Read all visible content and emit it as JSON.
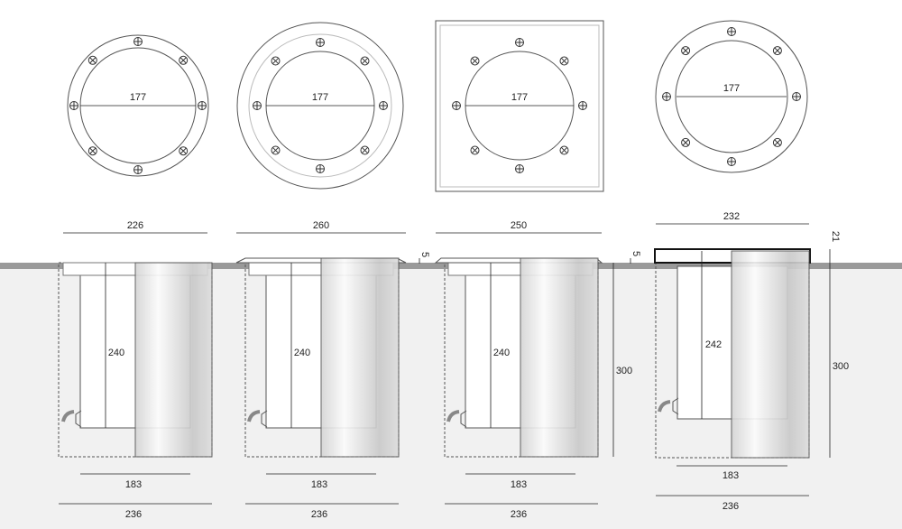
{
  "top_views": [
    {
      "diameter_label": "177"
    },
    {
      "diameter_label": "177"
    },
    {
      "diameter_label": "177"
    },
    {
      "diameter_label": "177"
    }
  ],
  "side_views": [
    {
      "flange_width": "226",
      "body_height": "240",
      "body_diameter": "183",
      "hole_diameter": "236"
    },
    {
      "flange_width": "260",
      "body_height": "240",
      "body_diameter": "183",
      "hole_diameter": "236",
      "protrusion": "5"
    },
    {
      "flange_width": "250",
      "body_height": "240",
      "body_diameter": "183",
      "hole_diameter": "236",
      "protrusion": "5",
      "hole_depth": "300"
    },
    {
      "flange_width": "232",
      "body_height": "242",
      "body_diameter": "183",
      "hole_diameter": "236",
      "protrusion": "21",
      "hole_depth": "300"
    }
  ],
  "colors": {
    "ground": "#9a9a9a",
    "soil": "#f1f1f1",
    "line": "#555555"
  }
}
